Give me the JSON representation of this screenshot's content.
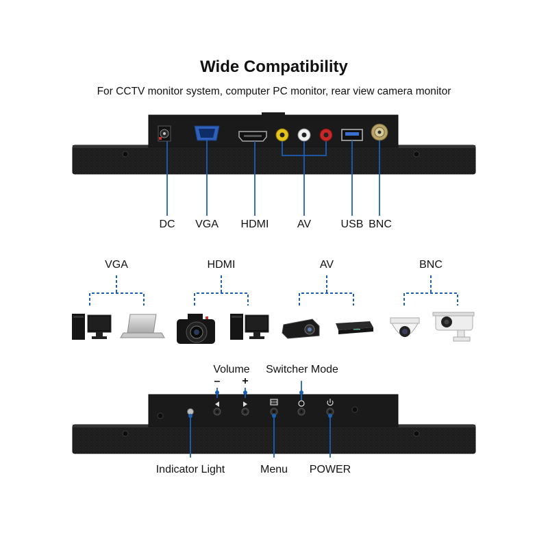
{
  "header": {
    "title": "Wide Compatibility",
    "subtitle": "For CCTV monitor system, computer PC monitor, rear view camera monitor"
  },
  "ports": {
    "dc": "DC",
    "vga": "VGA",
    "hdmi": "HDMI",
    "av": "AV",
    "usb": "USB",
    "bnc": "BNC"
  },
  "devices": {
    "vga": "VGA",
    "hdmi": "HDMI",
    "av": "AV",
    "bnc": "BNC"
  },
  "controls": {
    "volume": "Volume",
    "minus": "–",
    "plus": "+",
    "switcher": "Switcher Mode",
    "indicator": "Indicator Light",
    "menu": "Menu",
    "power": "POWER"
  },
  "colors": {
    "accent": "#1d5fb5",
    "body": "#1c1c1c"
  }
}
